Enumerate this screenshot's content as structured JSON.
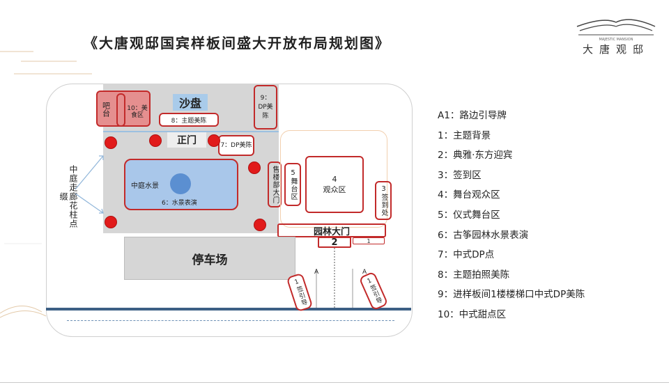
{
  "title": "《大唐观邸国宾样板间盛大开放布局规划图》",
  "brand": {
    "name": "大唐观邸",
    "tagline": "MAJESTIC MANSION"
  },
  "map": {
    "sand_table": "沙盘",
    "bar": "吧台",
    "dessert": "10：美食区",
    "theme_decor": "8：主题美陈",
    "main_gate": "正门",
    "dp_7": "7：DP美陈",
    "dp_9": "9：DP美陈",
    "water_scene": "中庭水景",
    "water_show": "6：水景表演",
    "sales_gate": "售楼部大门",
    "stage": "5舞台区",
    "audience": "4\n观众区",
    "signin": "3签到处",
    "garden_gate": "园林大门",
    "label_2": "2",
    "label_1": "1",
    "parking": "停车场",
    "corridor": "中庭走廊花柱点缀",
    "sign_a1_letter": "A",
    "sign_a1_text": "1签引导",
    "sign_a2_letter": "A",
    "sign_a2_text": "1签引导"
  },
  "legend": [
    "A1：路边引导牌",
    "1：主题背景",
    "2：典雅·东方迎宾",
    "3：签到区",
    "4：舞台观众区",
    "5：仪式舞台区",
    "6：古筝园林水景表演",
    "7：中式DP点",
    "8：主题拍照美陈",
    "9：进样板间1楼楼梯口中式DP美陈",
    "10：中式甜点区"
  ],
  "colors": {
    "accent_red": "#c22a2a",
    "dot_red": "#e11b1b",
    "water_blue": "#a9c7ea",
    "sand_blue": "#a9cbea",
    "road_blue": "#3c5f84"
  }
}
